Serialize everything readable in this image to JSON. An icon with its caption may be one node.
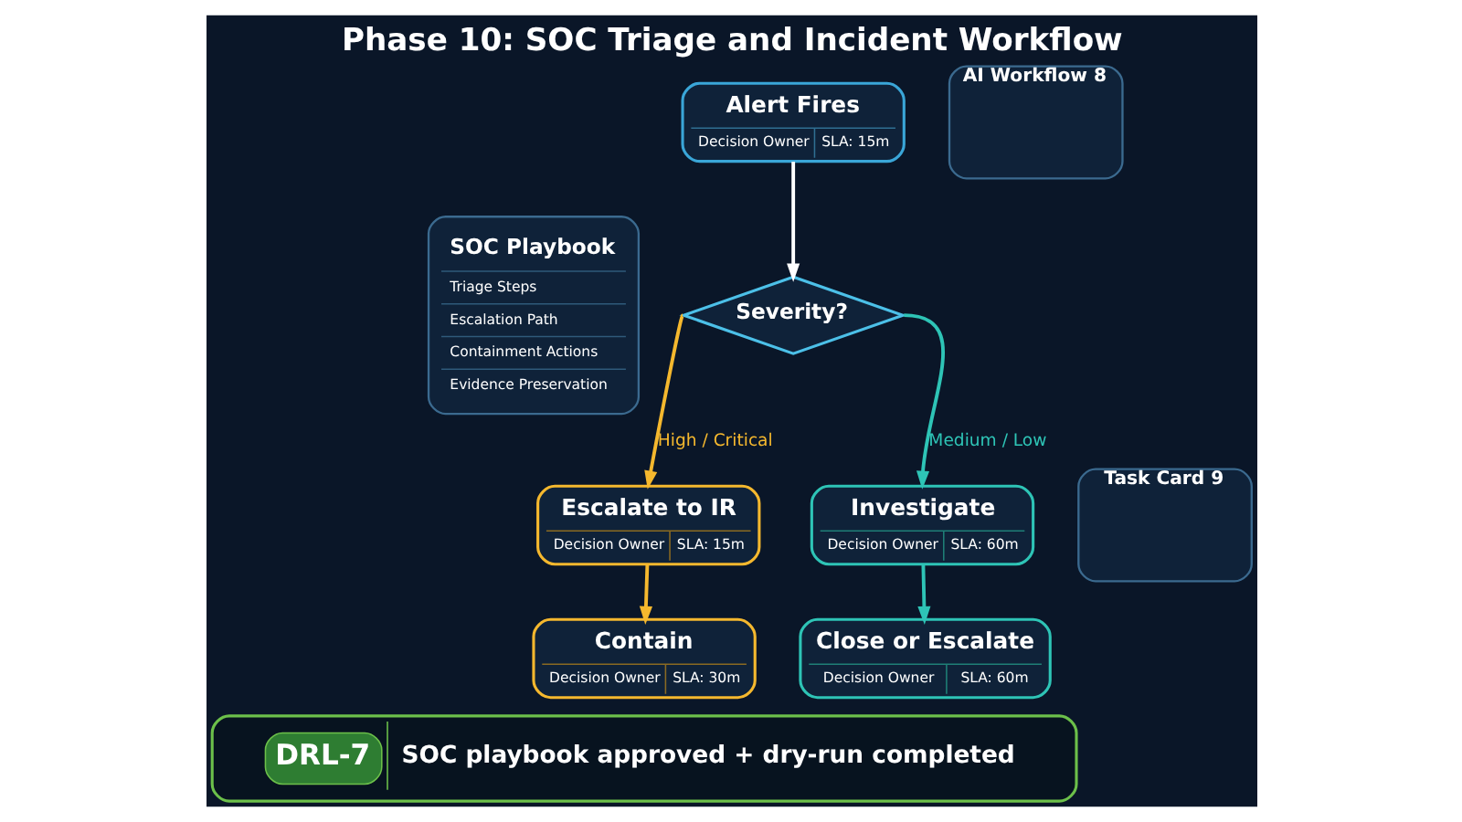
{
  "diagram": {
    "title": "Phase 10: SOC Triage and Incident Workflow",
    "nodes": [
      {
        "text": [
          "SOC Playbook",
          "Triage Steps",
          "Escalation Path",
          "Containment Actions",
          "Evidence Preservation"
        ]
      },
      {
        "text": [
          "Alert Fires",
          "Decision Owner",
          "SLA: 15m"
        ]
      },
      {
        "text": [
          "Severity?"
        ]
      },
      {
        "text": [
          "Escalate to IR",
          "Decision Owner",
          "SLA: 15m"
        ]
      },
      {
        "text": [
          "Contain",
          "Decision Owner",
          "SLA: 30m"
        ]
      },
      {
        "text": [
          "Investigate",
          "Decision Owner",
          "SLA: 60m"
        ]
      },
      {
        "text": [
          "Close or Escalate",
          "Decision Owner",
          "SLA: 60m"
        ]
      },
      {
        "text": [
          "AI Workflow 8"
        ]
      },
      {
        "text": [
          "Task Card 9"
        ]
      },
      {
        "text": [
          "DRL-7",
          "SOC playbook approved + dry-run completed"
        ]
      }
    ],
    "edges": [
      {
        "from": 1,
        "to": 2,
        "arrow": "to",
        "color": "#ffffff"
      },
      {
        "from": 2,
        "to": 3,
        "arrow": "to",
        "label": "High / Critical",
        "color": "#f5b82e"
      },
      {
        "from": 3,
        "to": 4,
        "arrow": "to",
        "color": "#f5b82e"
      },
      {
        "from": 2,
        "to": 5,
        "arrow": "to",
        "label": "Medium / Low",
        "color": "#2ec4b6"
      },
      {
        "from": 5,
        "to": 6,
        "arrow": "to",
        "color": "#2ec4b6"
      }
    ]
  }
}
